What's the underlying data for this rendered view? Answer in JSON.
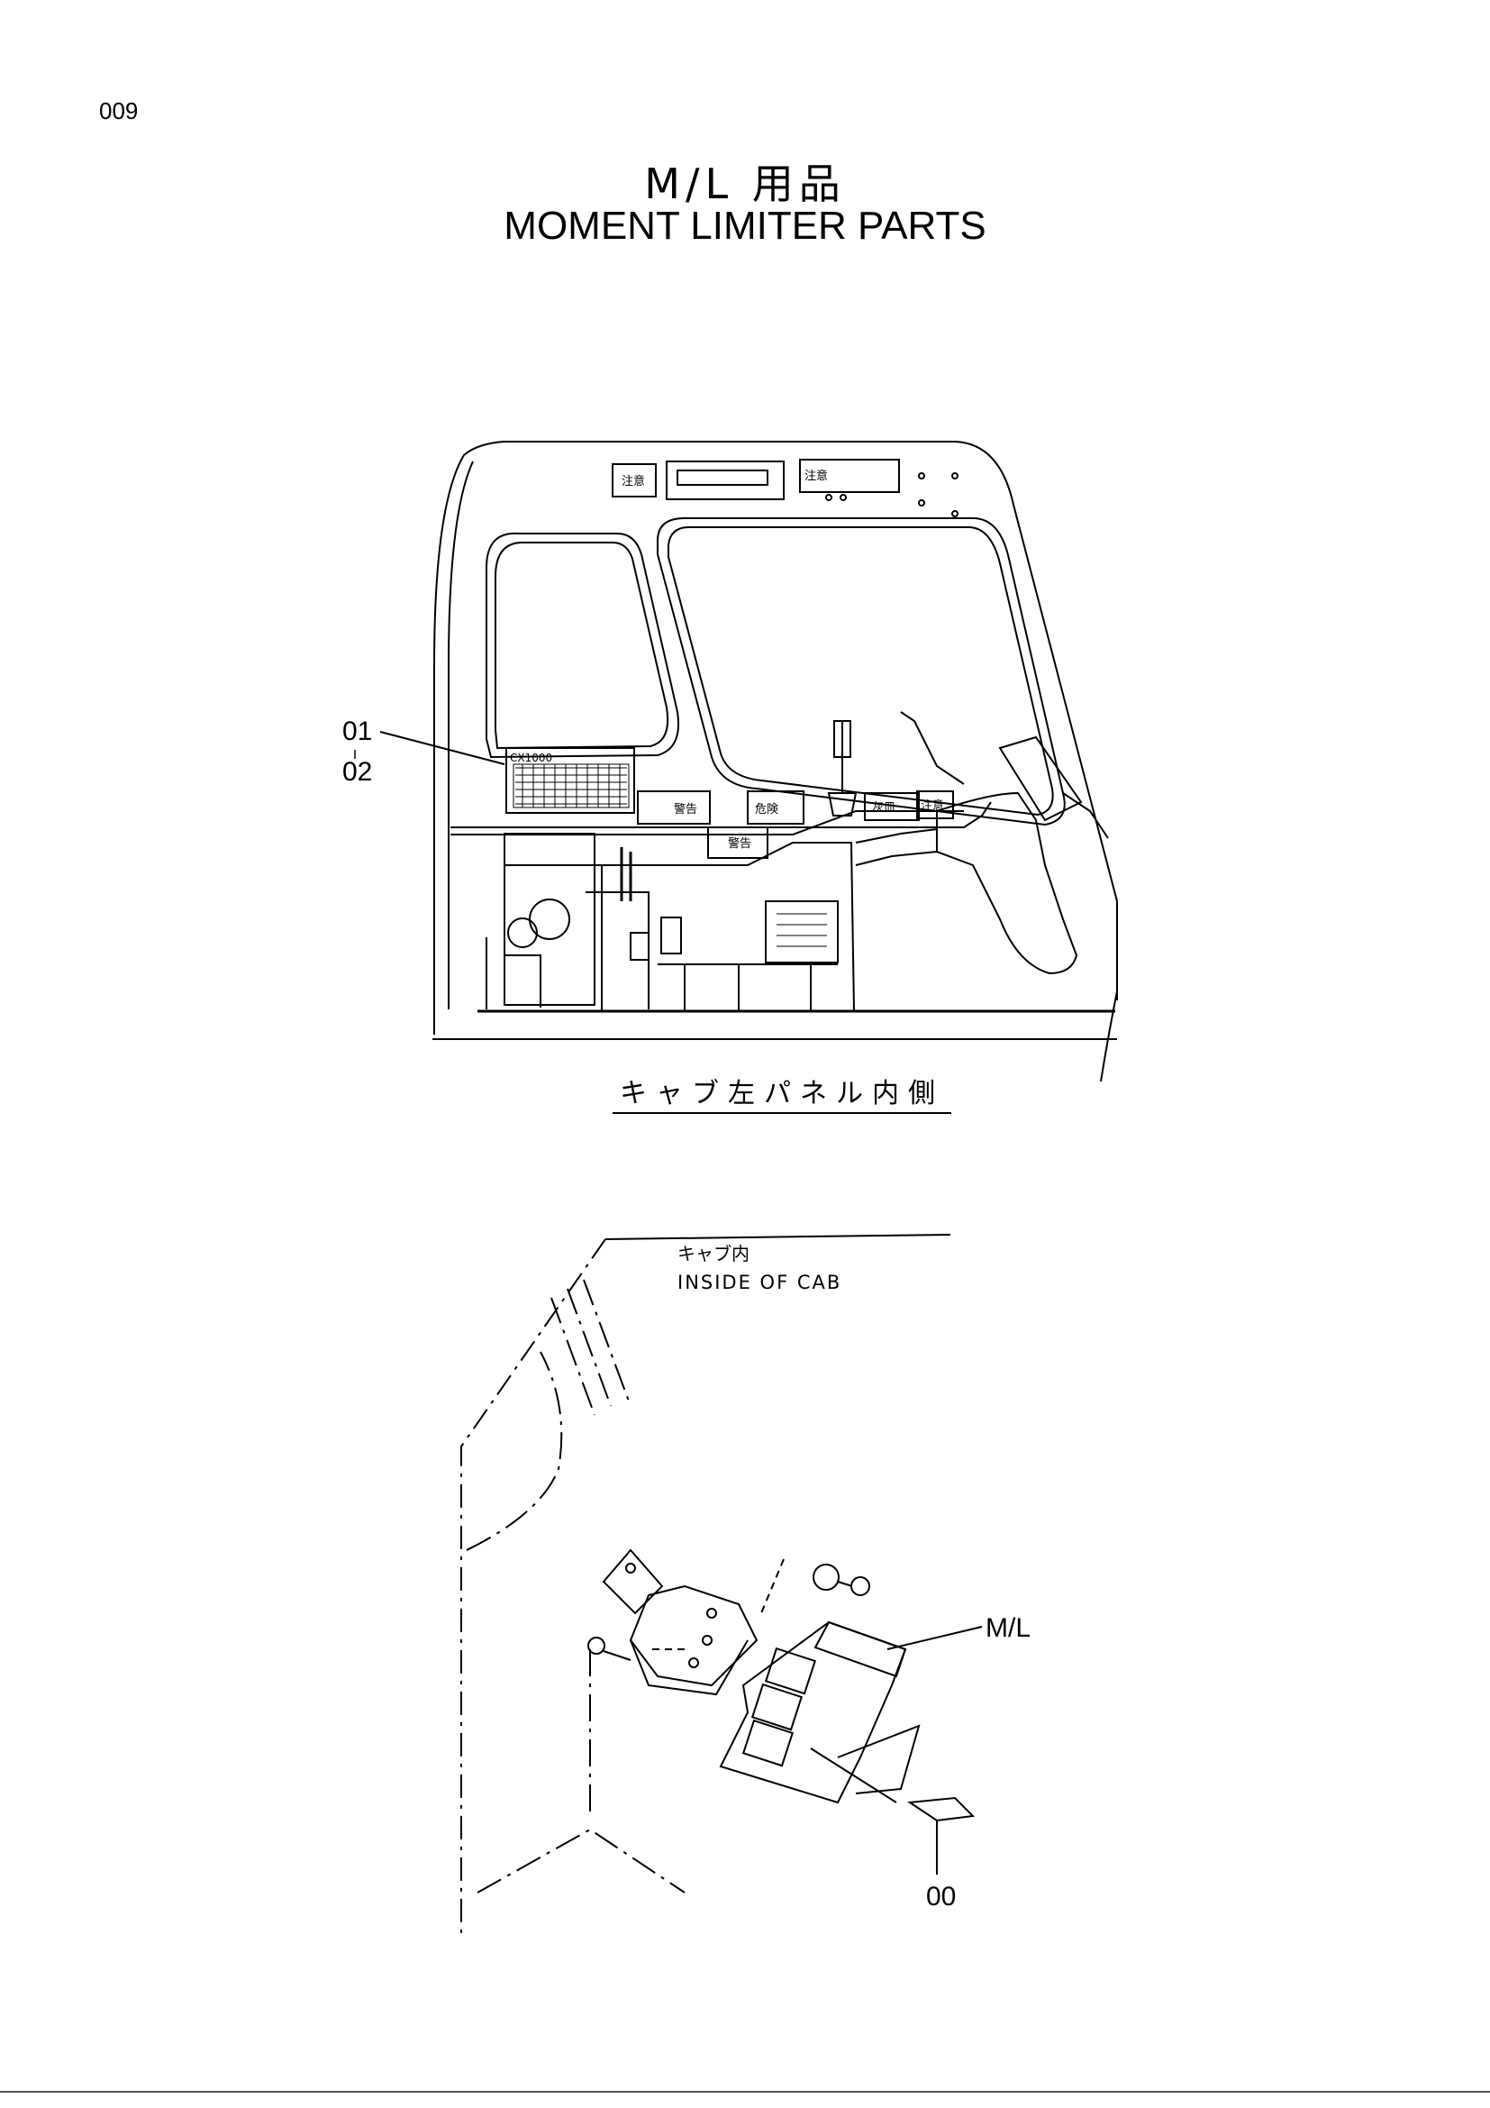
{
  "page": {
    "number": "009"
  },
  "title": {
    "jp": "M/L 用品",
    "en": "MOMENT LIMITER PARTS"
  },
  "figure1": {
    "caption": "キャブ左パネル内側",
    "callouts": [
      "01",
      "02"
    ],
    "labels": {
      "caution_top_left": "注意",
      "caution_top_right": "注意",
      "cx_plate": "CX1000",
      "warning_1": "警告",
      "warning_2": "警告",
      "danger": "危険",
      "ashtray": "灰皿",
      "caution_right": "注意"
    }
  },
  "figure2": {
    "heading_jp": "キャブ内",
    "heading_en": "INSIDE OF CAB",
    "callouts": {
      "ml": "M/L",
      "part": "00"
    }
  }
}
